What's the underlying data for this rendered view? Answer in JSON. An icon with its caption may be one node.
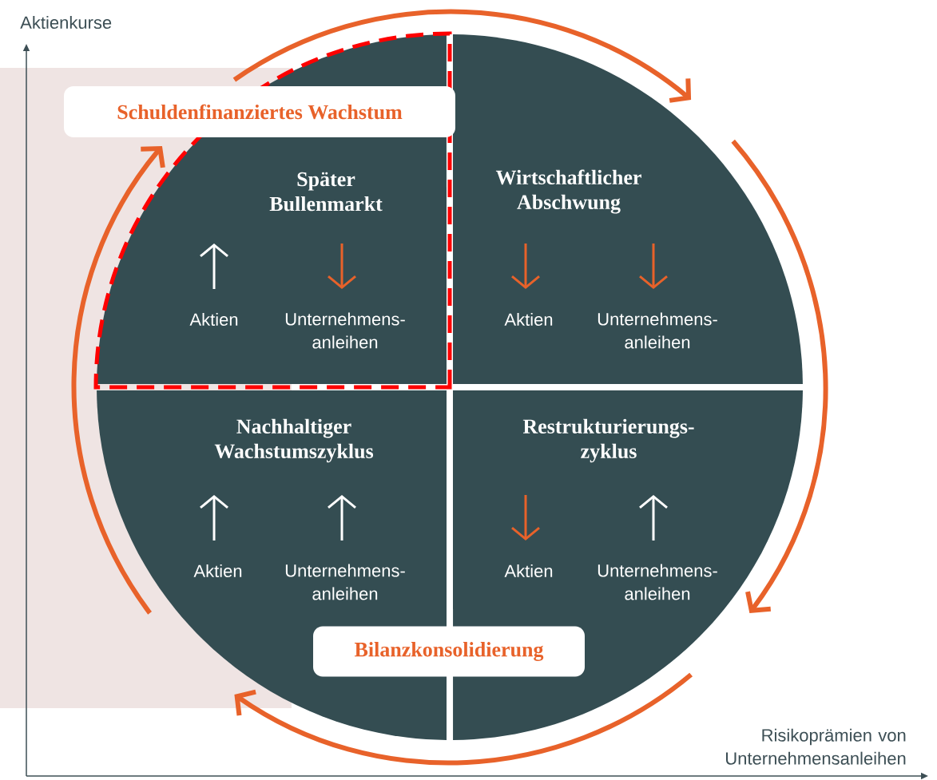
{
  "diagram": {
    "nodes": [
      {
        "text": [
          "Schuldenfinanziertes Wachstum"
        ]
      },
      {
        "text": [
          "Bilanzkonsolidierung"
        ]
      },
      {
        "text": [
          "Später Bullenmarkt",
          "Aktien",
          "Unternehmens- anleihen"
        ]
      },
      {
        "text": [
          "Wirtschaftlicher Abschwung",
          "Aktien",
          "Unternehmens- anleihen"
        ]
      },
      {
        "text": [
          "Nachhaltiger Wachstumszyklus",
          "Aktien",
          "Unternehmens- anleihen"
        ]
      },
      {
        "text": [
          "Restrukturierungs- zyklus",
          "Aktien",
          "Unternehmens- anleihen"
        ]
      }
    ],
    "labels": [
      "Aktienkurse",
      "Risikoprämien von Unternehmensanleihen"
    ]
  }
}
